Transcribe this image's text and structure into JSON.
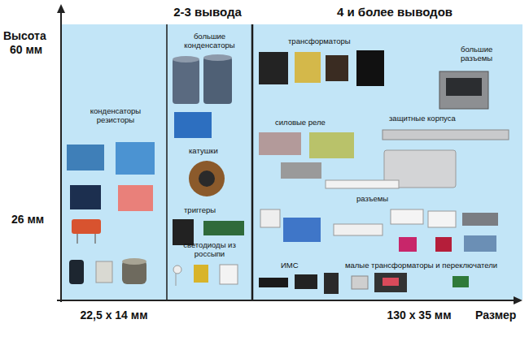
{
  "diagram": {
    "labels": [
      "2-3 вывода",
      "4 и более выводов",
      "Высота",
      "60 мм",
      "26 мм",
      "большие конденсаторы",
      "трансформаторы",
      "большие разъемы",
      "конденсаторы резисторы",
      "силовые реле",
      "защитные корпуса",
      "катушки",
      "разъемы",
      "триггеры",
      "светодиоды из россыпи",
      "ИМС",
      "малые трансформаторы и переключатели",
      "22,5 х 14 мм",
      "130 х 35 мм",
      "Размер"
    ]
  }
}
